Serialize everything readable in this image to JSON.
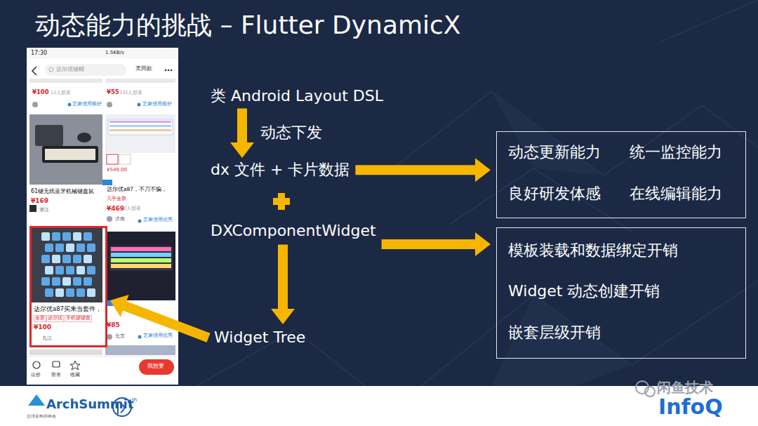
{
  "diagram": {
    "title": "动态能力的挑战 – Flutter DynamicX",
    "nodes": [
      {
        "text": [
          "达尔优a87买来当套件，",
          "全新",
          "达尔优",
          "手机键键盘",
          "¥100",
          "九江"
        ]
      },
      {
        "text": [
          "类 Android Layout DSL"
        ]
      },
      {
        "text": [
          "dx 文件 + 卡片数据"
        ]
      },
      {
        "text": [
          "DXComponentWidget"
        ]
      },
      {
        "text": [
          "Widget Tree"
        ]
      },
      {
        "text": [
          "动态更新能力",
          "统一监控能力",
          "良好研发体感",
          "在线编辑能力"
        ]
      },
      {
        "text": [
          "模板装载和数据绑定开销",
          "Widget 动态创建开销",
          "嵌套层级开销"
        ]
      }
    ],
    "edges": [
      {
        "from": 1,
        "to": 2,
        "label": "动态下发",
        "arrow": "to"
      },
      {
        "from": 2,
        "to": 5,
        "arrow": "to"
      },
      {
        "from": 3,
        "to": 4,
        "arrow": "to"
      },
      {
        "from": 3,
        "to": 6,
        "arrow": "to"
      },
      {
        "from": 4,
        "to": 0,
        "arrow": "to"
      }
    ],
    "labels": [
      "17:30",
      "1.5KB/s",
      "达尔优键帽",
      "卖同款",
      "¥100",
      "12人想要",
      "¥55",
      "332人想要",
      "芝麻信用极好",
      "芝麻信用极好",
      "61键无线蓝牙机械键盘鼠",
      "¥169",
      "浙江",
      "¥549.00",
      "达尔优a87，不刀不骗，",
      "几乎全新",
      "¥469",
      "2人想要",
      "济南",
      "芝麻信用优秀",
      "¥85",
      "北京",
      "芝麻信用优秀",
      "出价",
      "留言",
      "收藏",
      "我想要",
      "ArchSummit",
      "全球架构师峰会",
      "th",
      "闲鱼技术",
      "InfoQ"
    ]
  }
}
